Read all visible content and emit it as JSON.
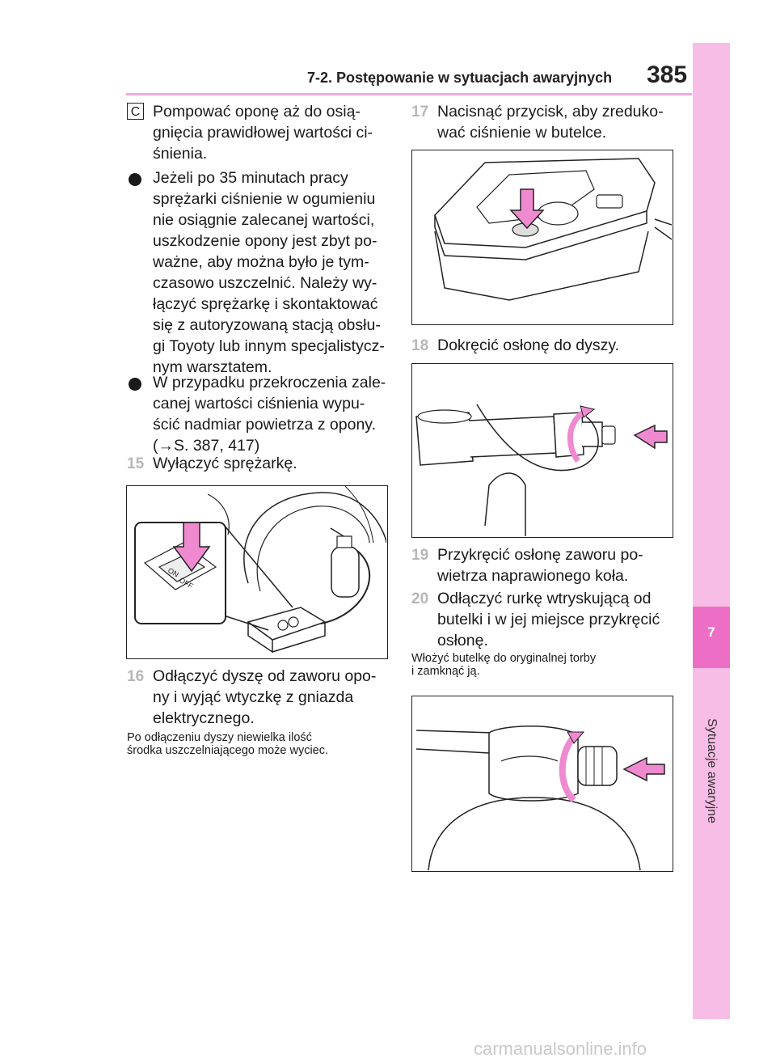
{
  "header": {
    "section": "7-2. Postępowanie w sytuacjach awaryjnych",
    "page_number": "385"
  },
  "side_tab": {
    "chapter_number": "7",
    "chapter_label": "Sytuacje awaryjne"
  },
  "left_column": {
    "c_marker": "C",
    "c_lines": [
      "Pompować oponę aż do osią-",
      "gnięcia prawidłowej wartości ci-",
      "śnienia."
    ],
    "bullet1_lines": [
      "Jeżeli po 35 minutach pracy",
      "sprężarki ciśnienie w ogumieniu",
      "nie osiągnie zalecanej wartości,",
      "uszkodzenie opony jest zbyt po-",
      "ważne, aby można było je tym-",
      "czasowo uszczelnić. Należy wy-",
      "łączyć sprężarkę i skontaktować",
      "się z autoryzowaną stacją obsłu-",
      "gi Toyoty lub innym specjalistycz-",
      "nym warsztatem."
    ],
    "bullet2_lines": [
      "W przypadku przekroczenia zale-",
      "canej wartości ciśnienia wypu-",
      "ścić nadmiar powietrza z opony.",
      "(→S. 387, 417)"
    ],
    "step15_num": "15",
    "step15_text": "Wyłączyć sprężarkę.",
    "switch_on": "ON",
    "switch_off": "OFF",
    "step16_num": "16",
    "step16_lines": [
      "Odłączyć dyszę od zaworu opo-",
      "ny i wyjąć wtyczkę z gniazda",
      "elektrycznego."
    ],
    "note16_lines": [
      "Po odłączeniu dyszy niewielka ilość",
      "środka uszczelniającego może wyciec."
    ]
  },
  "right_column": {
    "step17_num": "17",
    "step17_lines": [
      "Nacisnąć przycisk, aby zreduko-",
      "wać ciśnienie w butelce."
    ],
    "step18_num": "18",
    "step18_text": "Dokręcić osłonę do dyszy.",
    "step19_num": "19",
    "step19_lines": [
      "Przykręcić osłonę zaworu po-",
      "wietrza naprawionego koła."
    ],
    "step20_num": "20",
    "step20_lines": [
      "Odłączyć rurkę wtryskującą od",
      "butelki i w jej miejsce przykręcić",
      "osłonę."
    ],
    "note20_lines": [
      "Włożyć butelkę do oryginalnej torby",
      "i zamknąć ją."
    ]
  },
  "footer": {
    "watermark": "carmanualsonline.info"
  },
  "colors": {
    "accent_pink": "#ed6fc5",
    "tab_pink": "#f8bde6",
    "arrow_pink": "#f08ad0",
    "step_grey": "#b7b7b7"
  }
}
